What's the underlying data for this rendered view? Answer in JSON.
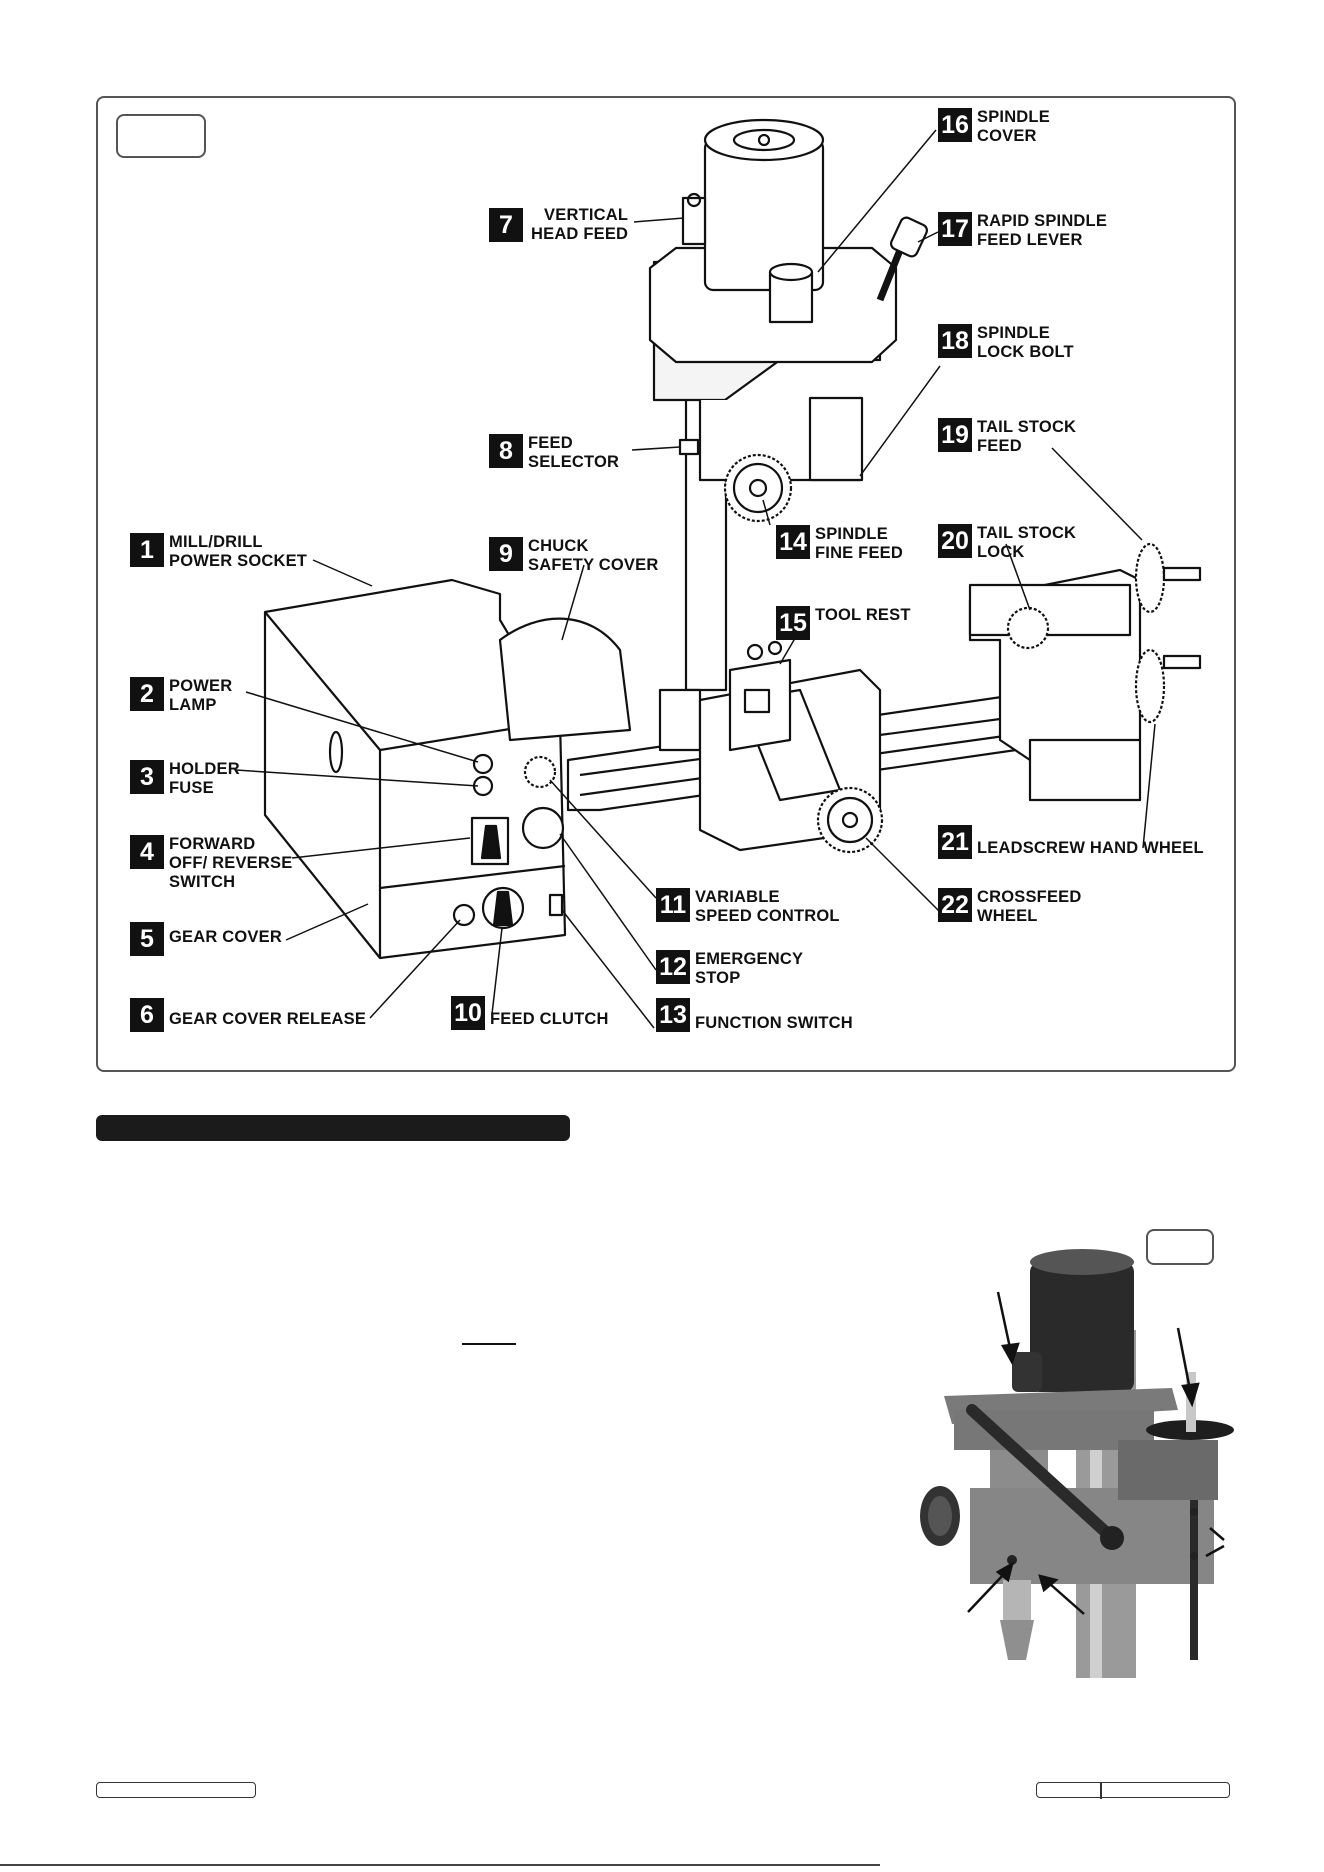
{
  "callouts": [
    {
      "n": "1",
      "text": "MILL/DRILL\nPOWER SOCKET"
    },
    {
      "n": "2",
      "text": "POWER\nLAMP"
    },
    {
      "n": "3",
      "text": "HOLDER\nFUSE"
    },
    {
      "n": "4",
      "text": "FORWARD\nOFF/ REVERSE\nSWITCH"
    },
    {
      "n": "5",
      "text": "GEAR COVER"
    },
    {
      "n": "6",
      "text": "GEAR COVER RELEASE"
    },
    {
      "n": "7",
      "text": "VERTICAL\nHEAD FEED"
    },
    {
      "n": "8",
      "text": "FEED\nSELECTOR"
    },
    {
      "n": "9",
      "text": "CHUCK\nSAFETY COVER"
    },
    {
      "n": "10",
      "text": "FEED CLUTCH"
    },
    {
      "n": "11",
      "text": "VARIABLE\nSPEED CONTROL"
    },
    {
      "n": "12",
      "text": "EMERGENCY\nSTOP"
    },
    {
      "n": "13",
      "text": "FUNCTION SWITCH"
    },
    {
      "n": "14",
      "text": "SPINDLE\nFINE FEED"
    },
    {
      "n": "15",
      "text": "TOOL REST"
    },
    {
      "n": "16",
      "text": "SPINDLE\nCOVER"
    },
    {
      "n": "17",
      "text": "RAPID SPINDLE\nFEED LEVER"
    },
    {
      "n": "18",
      "text": "SPINDLE\nLOCK BOLT"
    },
    {
      "n": "19",
      "text": "TAIL STOCK\nFEED"
    },
    {
      "n": "20",
      "text": "TAIL STOCK\nLOCK"
    },
    {
      "n": "21",
      "text": "LEADSCREW HAND WHEEL"
    },
    {
      "n": "22",
      "text": "CROSSFEED\n WHEEL"
    }
  ],
  "colors": {
    "ink": "#111111",
    "frame": "#555555",
    "photo_bg": "#8a8a8a"
  }
}
